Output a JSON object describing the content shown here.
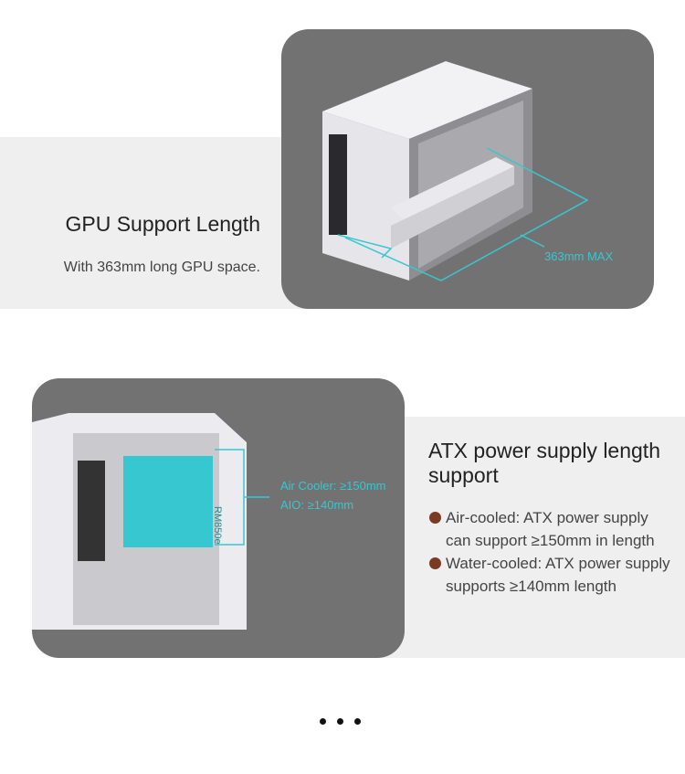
{
  "gpu_section": {
    "title": "GPU Support Length",
    "subtitle": "With 363mm long GPU space.",
    "dimension_label": "363mm MAX"
  },
  "psu_section": {
    "title": "ATX power supply length support",
    "labels": [
      "Air Cooler: ≥150mm",
      "AIO: ≥140mm"
    ],
    "psu_model": "RM850e",
    "bullets": [
      "Air-cooled: ATX power supply can support ≥150mm in length",
      "Water-cooled: ATX power supply supports ≥140mm length"
    ]
  },
  "colors": {
    "accent": "#36c7d1",
    "card": "#727272",
    "band": "#efefef",
    "bullet": "#7a3b22"
  }
}
